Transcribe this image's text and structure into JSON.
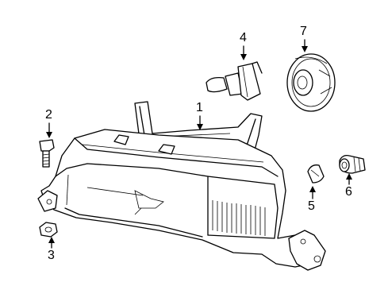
{
  "diagram": {
    "callouts": [
      {
        "id": "1",
        "label": "1",
        "part": "headlamp-assembly"
      },
      {
        "id": "2",
        "label": "2",
        "part": "mounting-bolt"
      },
      {
        "id": "3",
        "label": "3",
        "part": "nut"
      },
      {
        "id": "4",
        "label": "4",
        "part": "headlamp-bulb"
      },
      {
        "id": "5",
        "label": "5",
        "part": "side-marker-bulb"
      },
      {
        "id": "6",
        "label": "6",
        "part": "bulb-socket"
      },
      {
        "id": "7",
        "label": "7",
        "part": "bulb-cap"
      }
    ]
  }
}
